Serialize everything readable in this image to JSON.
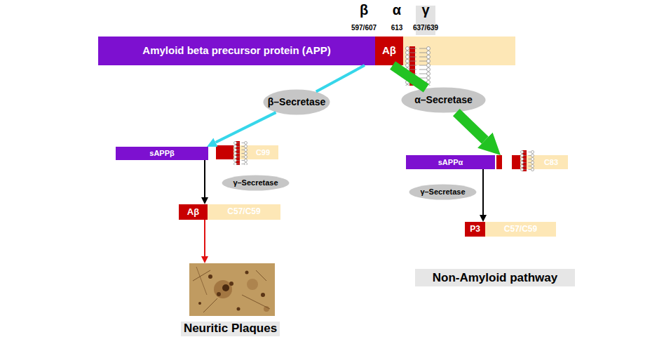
{
  "diagram": {
    "nodes": [
      {
        "text": [
          "Amyloid beta precursor protein (APP)"
        ]
      },
      {
        "text": [
          "Aβ"
        ],
        "in": 0
      },
      {
        "text": [
          "β–Secretase"
        ]
      },
      {
        "text": [
          "α–Secretase"
        ]
      },
      {
        "text": [
          "sAPPβ"
        ]
      },
      {
        "text": [
          "C99"
        ]
      },
      {
        "text": [
          "γ–Secretase"
        ]
      },
      {
        "text": [
          "Aβ"
        ]
      },
      {
        "text": [
          "C57/C59"
        ]
      },
      {
        "text": [
          "sAPPα"
        ]
      },
      {
        "text": [
          "C83"
        ]
      },
      {
        "text": [
          "γ–Secretase"
        ]
      },
      {
        "text": [
          "P3"
        ]
      },
      {
        "text": [
          "C57/C59"
        ]
      },
      {
        "text": [
          "Neuritic Plaques"
        ]
      }
    ],
    "edges": [
      {
        "from": 0,
        "to": 2,
        "arrow": "none"
      },
      {
        "from": 2,
        "to": 4,
        "arrow": "to"
      },
      {
        "from": 0,
        "to": 3,
        "arrow": "none"
      },
      {
        "from": 3,
        "to": 9,
        "arrow": "to"
      },
      {
        "from": 4,
        "to": 7,
        "arrow": "to"
      },
      {
        "from": 9,
        "to": 12,
        "arrow": "to"
      },
      {
        "from": 7,
        "to": 14,
        "arrow": "to"
      }
    ],
    "labels": [
      "β",
      "α",
      "γ",
      "597/607",
      "613",
      "637/639",
      "Non-Amyloid pathway"
    ]
  }
}
